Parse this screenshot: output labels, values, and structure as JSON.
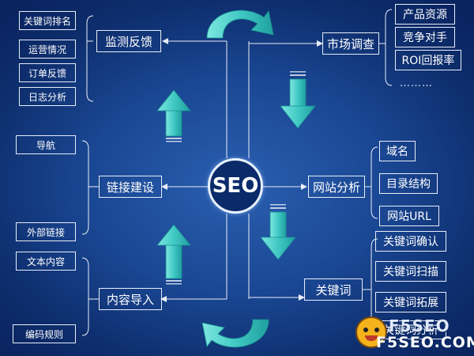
{
  "center": {
    "label": "SEO"
  },
  "nodes": {
    "monitor": "监测反馈",
    "market": "市场调查",
    "website": "网站分析",
    "links": "链接建设",
    "content": "内容导入",
    "keywords": "关键词"
  },
  "monitor_items": [
    "关键词排名",
    "运营情况",
    "订单反馈",
    "日志分析"
  ],
  "market_items": [
    "产品资源",
    "竞争对手",
    "ROI回报率"
  ],
  "market_ellipsis": "………",
  "website_items": [
    "域名",
    "目录结构",
    "网站URL"
  ],
  "links_items": [
    "导航",
    "外部链接"
  ],
  "content_items": [
    "文本内容",
    "编码规则"
  ],
  "keyword_items": [
    "关键词确认",
    "关键词扫描",
    "关键词拓展",
    "关键词分析"
  ],
  "logo": {
    "line1": "F5SEO",
    "line2": "F5SEO.COM"
  },
  "colors": {
    "background": "#1a4793",
    "arrow": "#3ec9c9",
    "box_border": "#e8eef8"
  }
}
